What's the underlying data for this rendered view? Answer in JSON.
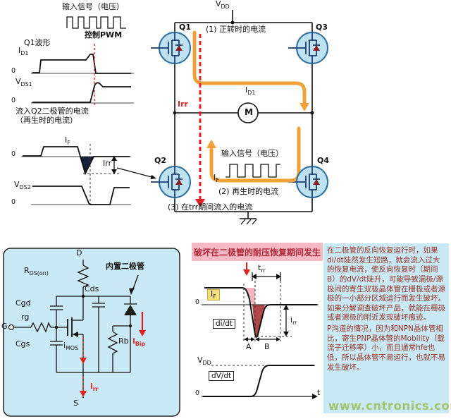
{
  "colors": {
    "box_bg": "#c9e9f6",
    "circle_fill": "#bfe2f2",
    "circle_stroke": "#2e6e9e",
    "accent_orange": "#f0a238",
    "accent_red": "#e02222",
    "title_pink": "#f5b9c6",
    "title_text": "#b02838",
    "text_red": "#993322",
    "highlight_yellow": "#f7df80",
    "watermark_green": "#a3c56e"
  },
  "top": {
    "input_signal": "输入信号（电压）",
    "pwm": "控制PWM",
    "q1_wave": "Q1波形",
    "zero": "0",
    "id1": {
      "base": "I",
      "sub": "D1"
    },
    "vds1": {
      "base": "V",
      "sub": "DS1"
    },
    "q2_diode_line1": "流入Q2二极管的电流",
    "q2_diode_line2": "（再生时的电流）",
    "if": {
      "base": "I",
      "sub": "F"
    },
    "irr_meas": "Irr",
    "vds2": {
      "base": "V",
      "sub": "DS2"
    }
  },
  "bridge": {
    "vdd": {
      "base": "V",
      "sub": "DD"
    },
    "q1": "Q1",
    "q2": "Q2",
    "q3": "Q3",
    "q4": "Q4",
    "motor": "M",
    "note1": "(1) 正转时的电流",
    "id1": {
      "base": "I",
      "sub": "D1"
    },
    "irr": "Irr",
    "input_signal": "输入信号（电压）",
    "if": {
      "base": "I",
      "sub": "F"
    },
    "note2": "(2) 再生时的电流",
    "note3": "(3) 在trr期间流入的电流"
  },
  "equiv": {
    "d": "D",
    "g": "G",
    "s": "S",
    "rds": {
      "base": "R",
      "sub": "DS(on)"
    },
    "cgd": "Cgd",
    "rg": "rg",
    "cgs": "Cgs",
    "cds": "Cds",
    "imos": {
      "base": "i",
      "sub": "MOS"
    },
    "rb": "Rb",
    "ibip": {
      "base": "i",
      "sub": "Bip"
    },
    "irr": {
      "base": "i",
      "sub": "rr"
    },
    "diode": "内置二极管"
  },
  "recovery": {
    "title": "破坏在二极管的耐压恢复期间发生",
    "zero": "0",
    "if": {
      "base": "I",
      "sub": "F"
    },
    "trr": {
      "base": "t",
      "sub": "rr"
    },
    "didt": "di/dt",
    "irr": {
      "base": "i",
      "sub": "rr"
    },
    "a": "A",
    "b": "B",
    "vdd": {
      "base": "V",
      "sub": "DD"
    },
    "dvdt": "dV/dt",
    "t": "t"
  },
  "explanation": {
    "para1": "在二极管的反向恢复运行时，如果di/dt陡然发生短路，就会流入过大的恢复电流，使反向恢复时（期间B）的dV/dt陡升，可能导致漏极/源极间的寄生双极晶体管在栅极或者源极的一小部分区域运行而发生破坏。如果分解调查破坏产品，就能在栅极或者源极的附近发现破坏痕迹。",
    "para2": "P沟道的情况，因为和NPN晶体管相比，寄生PNP晶体管的Mobility（载流子迁移率）小，而且通常hfe也低，所以晶体管不易运行，也就不易发生破坏。"
  },
  "watermark": "www.cntronics.com"
}
